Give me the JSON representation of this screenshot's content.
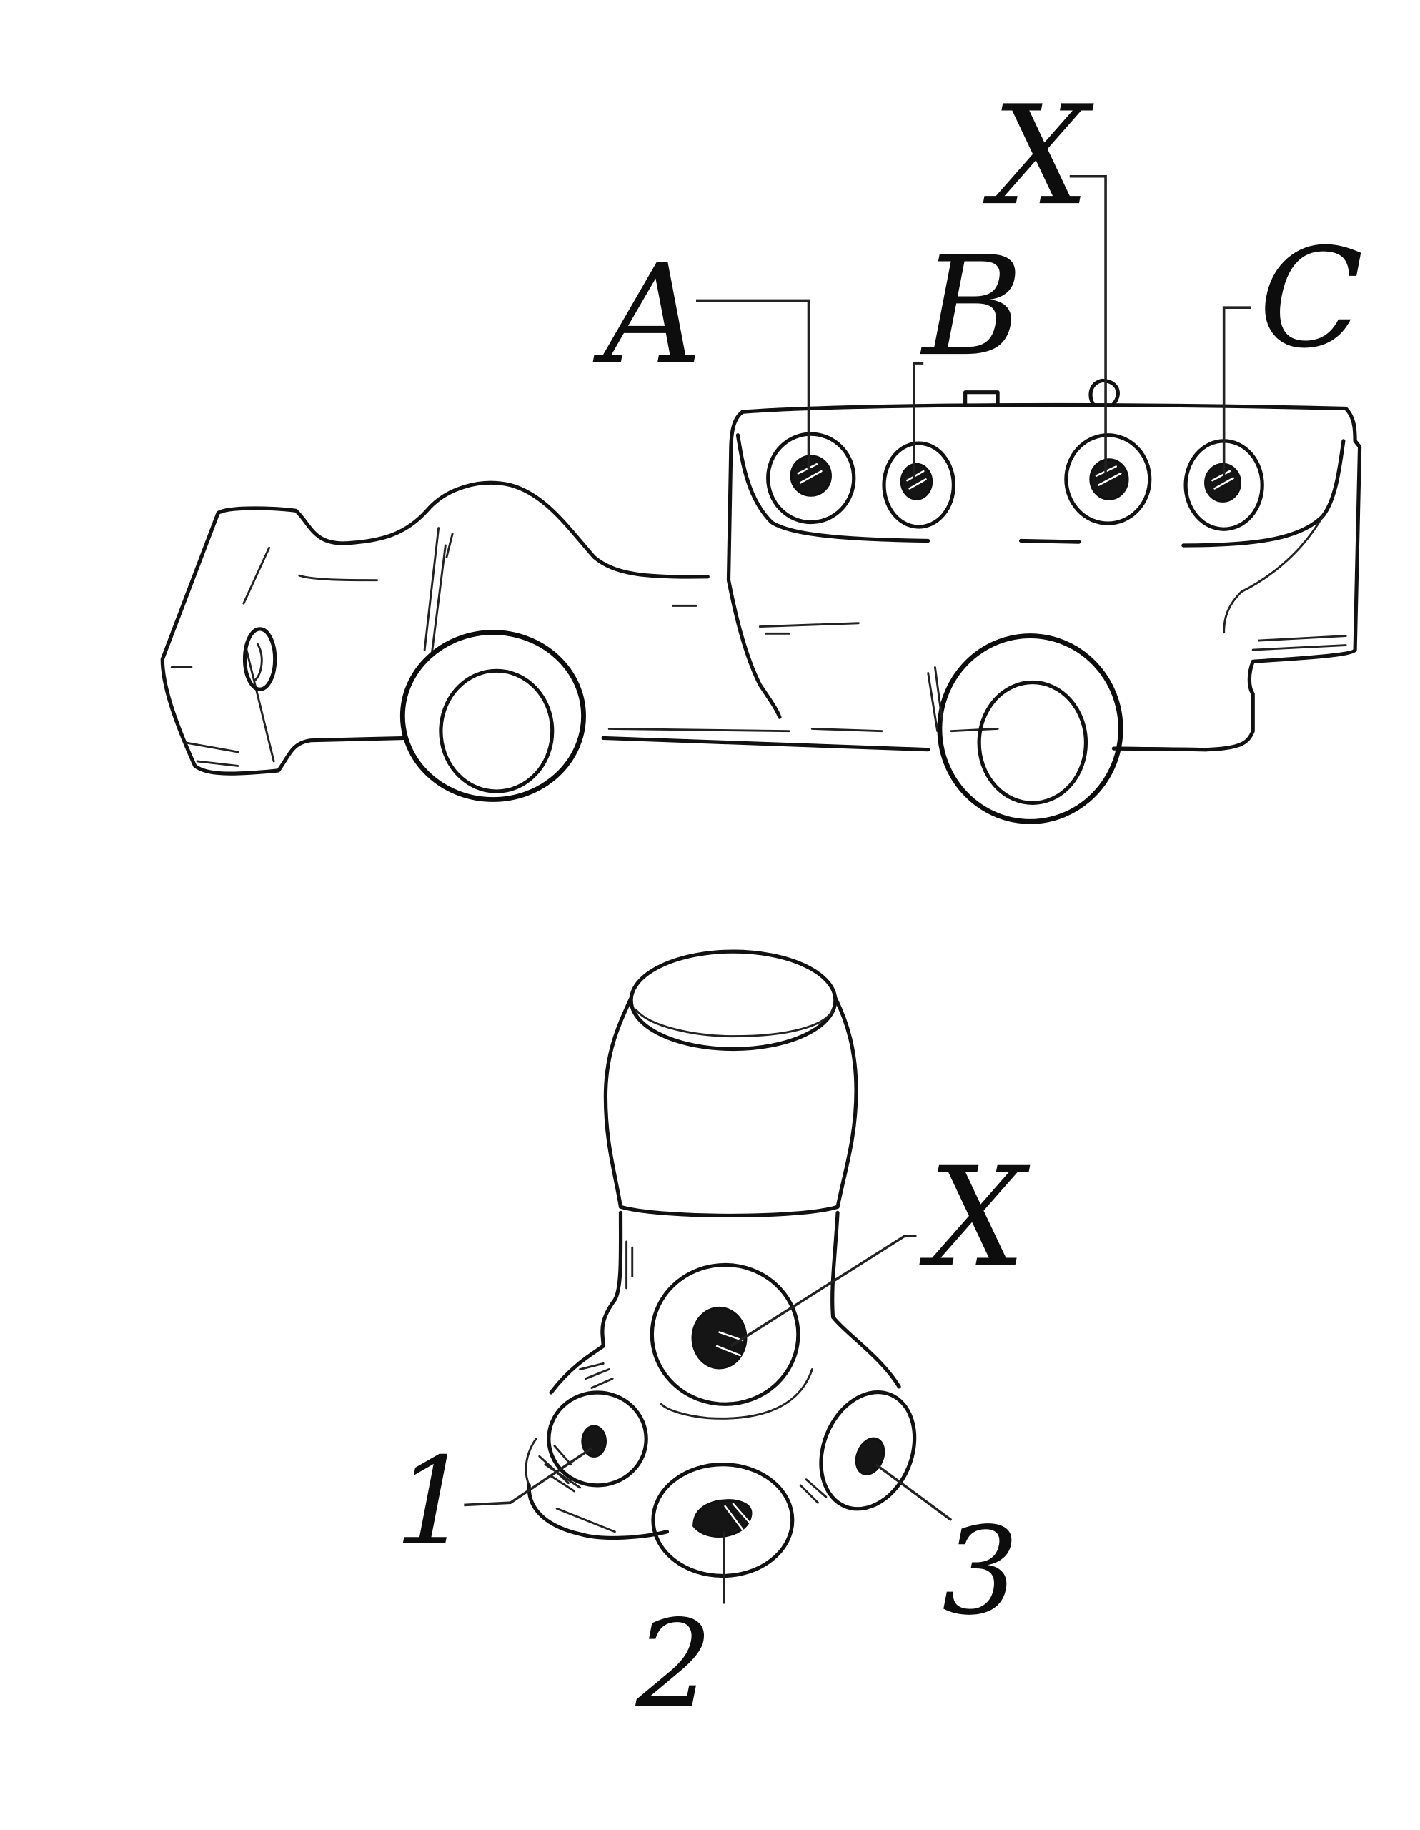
{
  "diagram": {
    "style": "hand-drawn ink line drawing",
    "background": "#ffffff",
    "ink_color": "#111111",
    "top_figure": {
      "description": "elongated manifold body resembling a toy vehicle with two wheel-like bosses",
      "port_labels": [
        "A",
        "B",
        "X",
        "C"
      ]
    },
    "bottom_figure": {
      "description": "cylindrical valve body with a central port and three lower ports",
      "port_labels": [
        "X",
        "1",
        "2",
        "3"
      ]
    }
  },
  "labels": {
    "top_a": "A",
    "top_b": "B",
    "top_x": "X",
    "top_c": "C",
    "bottom_x": "X",
    "bottom_1": "1",
    "bottom_2": "2",
    "bottom_3": "3"
  }
}
